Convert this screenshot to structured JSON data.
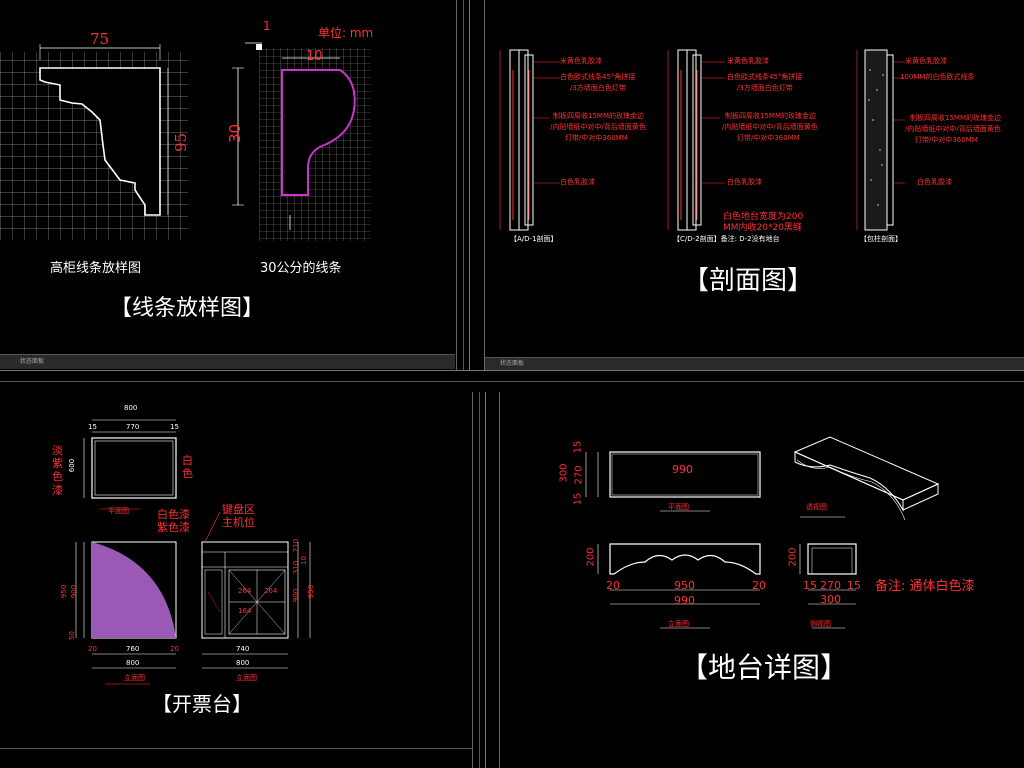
{
  "panel_tl": {
    "title": "【线条放样图】",
    "cap1": "高柜线条放样图",
    "cap2": "30公分的线条",
    "unit": "单位: mm",
    "dim_75": "75",
    "dim_95": "95",
    "dim_1": "1",
    "dim_10": "10",
    "dim_30": "30",
    "status": "状态面板"
  },
  "panel_tr": {
    "title": "【剖面图】",
    "sec1": {
      "labels": [
        "米黄色乳胶漆",
        "白色欧式线条45°角拼接",
        "/3方墙面白色灯带",
        "制板四周收15MM的玫瑰金边",
        "/内贴墙纸中对中/背后墙面黄色",
        "灯带/中对中360MM",
        "白色乳胶漆"
      ],
      "caption": "【A/D-1剖面】"
    },
    "sec2": {
      "labels": [
        "米黄色乳胶漆",
        "白色欧式线条45°角拼接",
        "/3方墙面白色灯带",
        "制板四周收15MM的玫瑰金边",
        "/内贴墙纸中对中/背后墙面黄色",
        "灯带/中对中360MM",
        "白色乳胶漆",
        "白色地台宽度为200",
        "MM内收20*20黑缝"
      ],
      "caption": "【C/D-2剖面】备注: D-2没有地台"
    },
    "sec3": {
      "labels": [
        "米黄色乳胶漆",
        "100MM的白色欧式线条",
        "制板四周收15MM的玫瑰金边",
        "/内贴墙纸中对中/背后墙面黄色",
        "灯带/中对中360MM",
        "白色乳胶漆"
      ],
      "caption": "【包柱剖面】"
    },
    "status": "状态面板"
  },
  "panel_bl": {
    "title": "【开票台】",
    "top_dims": [
      "800",
      "15",
      "770",
      "15"
    ],
    "left_label": "淡紫色漆",
    "right_label": "白色",
    "dim_600": "600",
    "plan_caption": "平面图",
    "note1": "白色漆",
    "note2": "紫色漆",
    "note3": "键盘区",
    "note4": "主机位",
    "dim_950": "950",
    "dim_900": "900",
    "dim_50": "50",
    "bottom_dims": [
      "20",
      "760",
      "20"
    ],
    "dim_800b": "800",
    "elev_caption": "立面图",
    "side_caption": "立面图",
    "right_dims": [
      "210",
      "310",
      "10",
      "950",
      "900"
    ],
    "side_bottom": [
      "740"
    ],
    "side_bottom2": "800",
    "inner_dims": [
      "264",
      "264",
      "164"
    ]
  },
  "panel_br": {
    "title": "【地台详图】",
    "plan_value": "990",
    "left_dims": [
      "300",
      "15",
      "270",
      "15"
    ],
    "plan_caption": "平面图",
    "persp_caption": "透视图",
    "elev_left": "200",
    "elev_bottom": [
      "20",
      "950",
      "20"
    ],
    "elev_total": "990",
    "elev_caption": "立面图",
    "side_left": "200",
    "side_bottom": [
      "15",
      "270",
      "15"
    ],
    "side_total": "300",
    "side_caption": "侧视图",
    "note": "备注: 通体白色漆"
  },
  "colors": {
    "background": "#000000",
    "red": "#ff3030",
    "purple": "#9b59b6",
    "magenta": "#cc33cc"
  }
}
